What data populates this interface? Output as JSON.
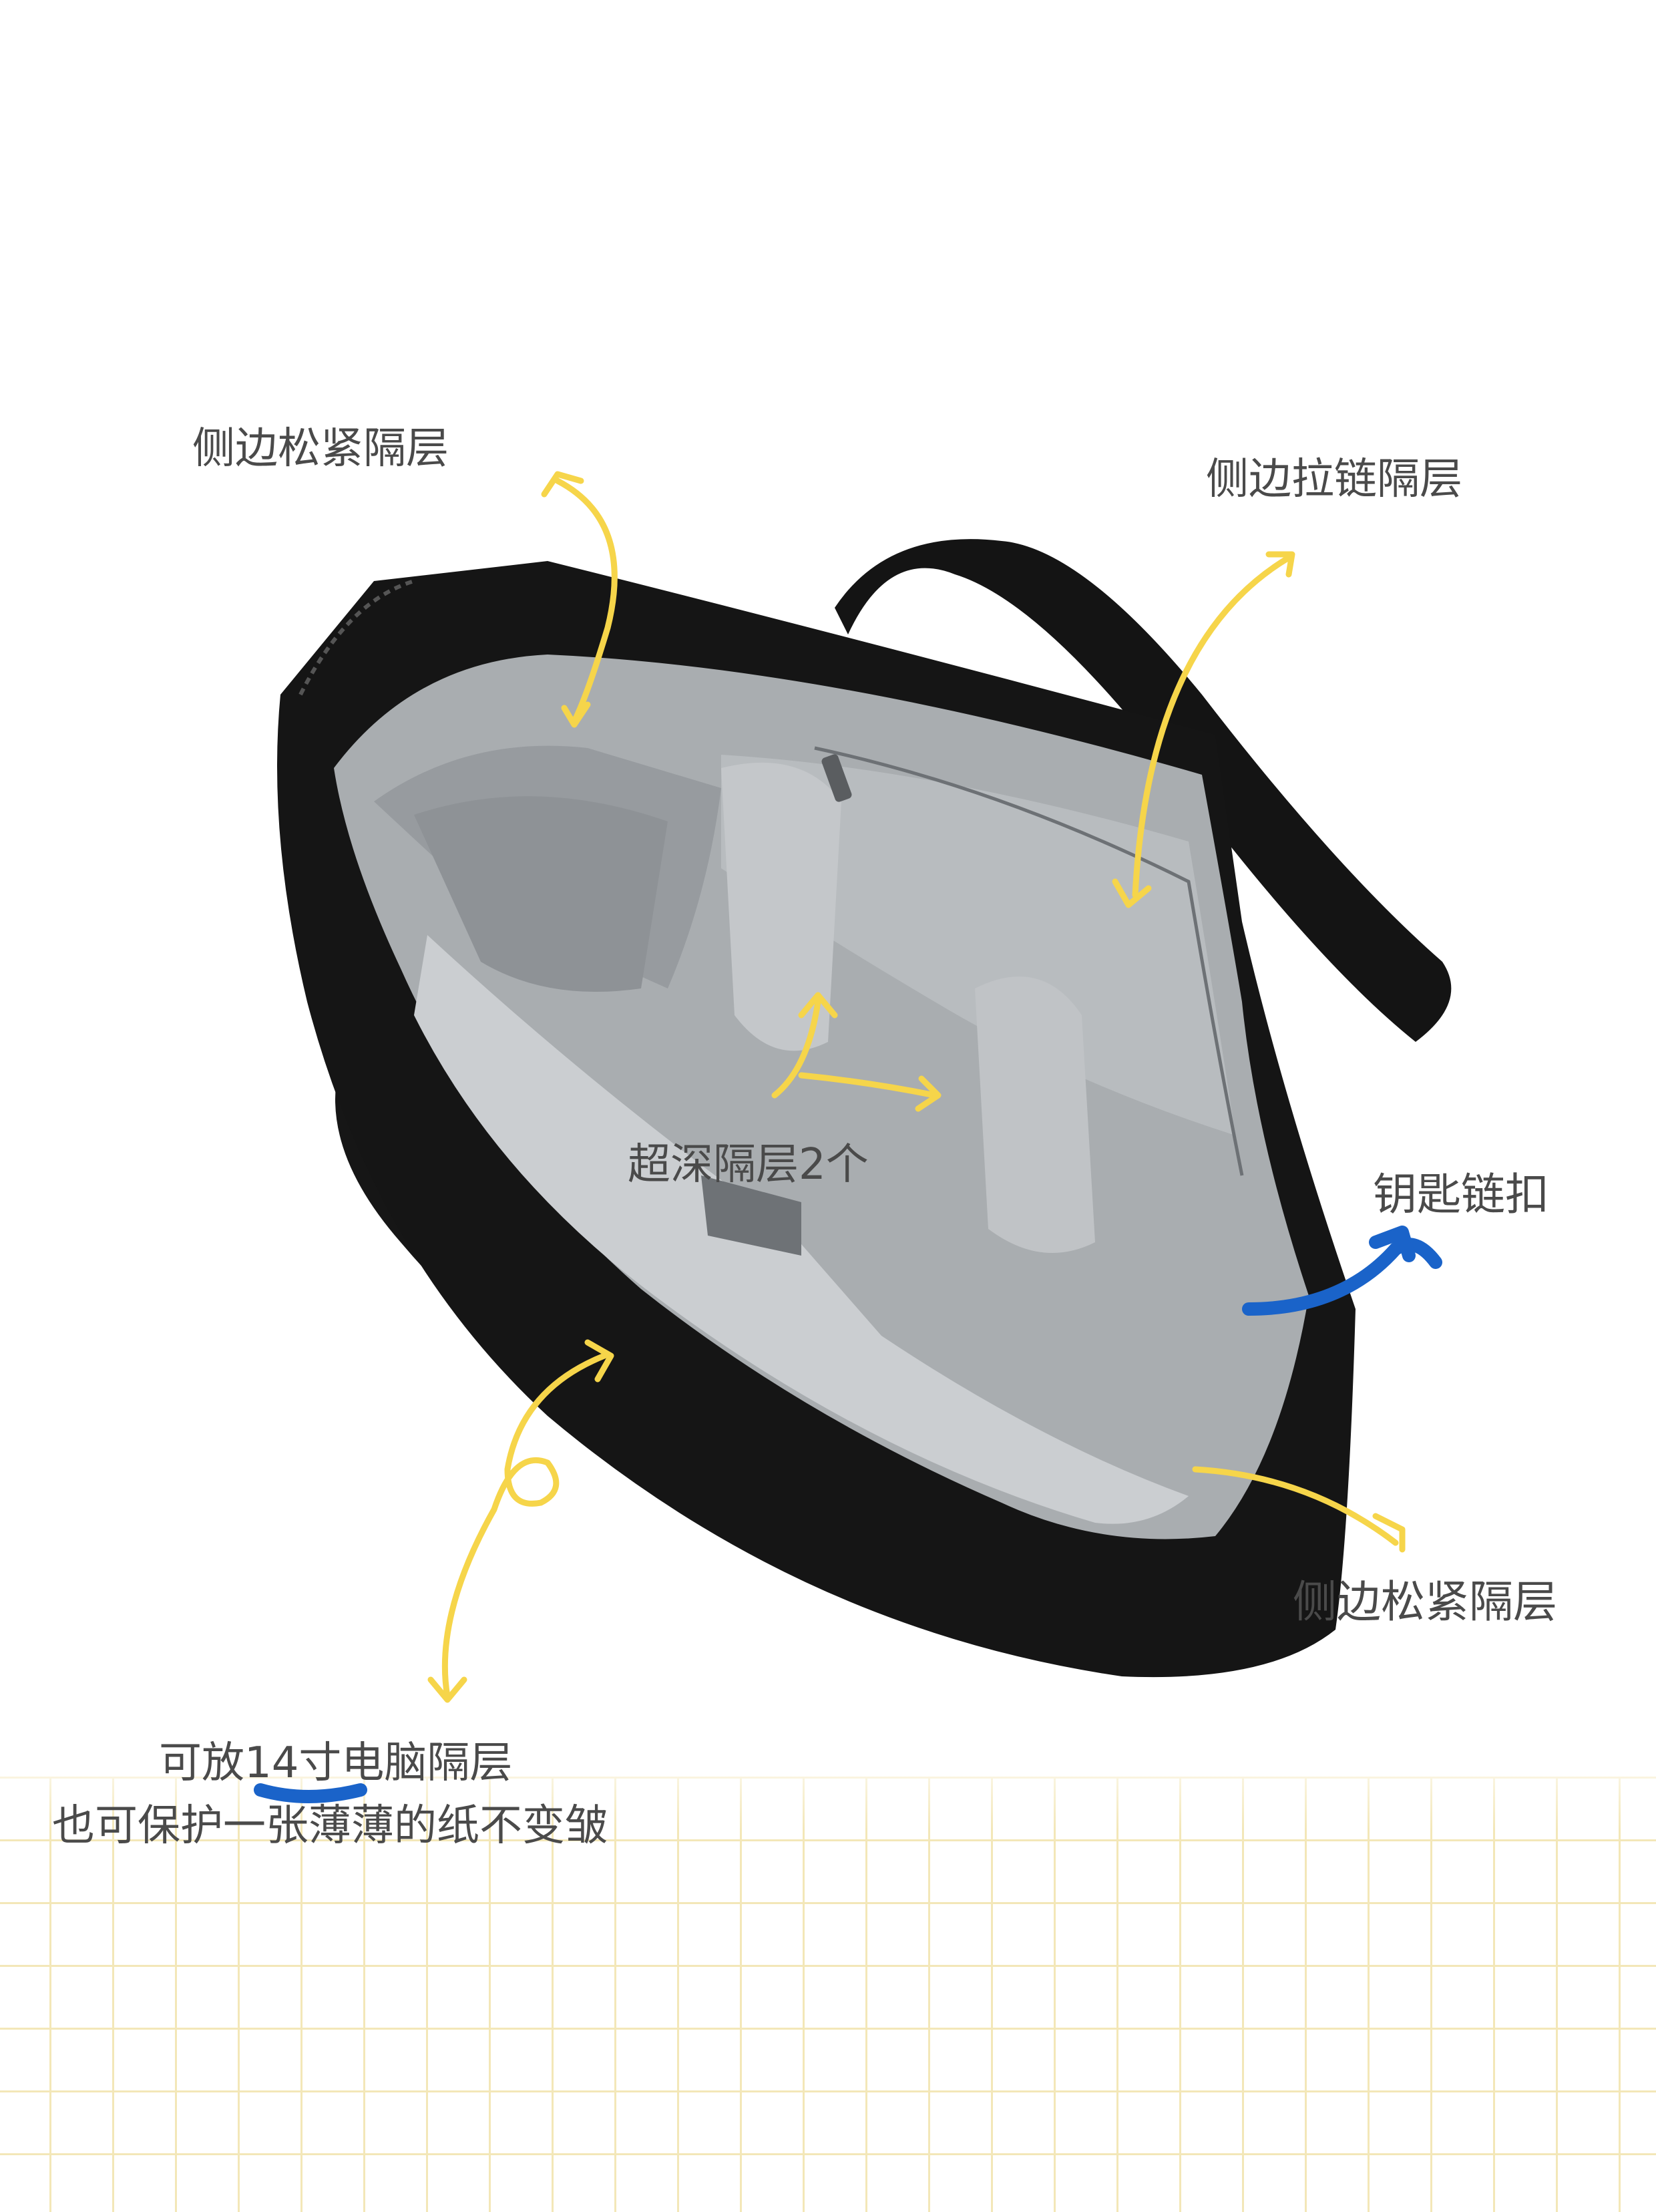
{
  "labels": {
    "top_left_pocket": "侧边松紧隔层",
    "top_right_zip": "侧边拉链隔层",
    "center_deep": "超深隔层2个",
    "key_clip": "钥匙链扣",
    "bottom_right_pocket": "侧边松紧隔层",
    "laptop_line1": "可放14寸电脑隔层",
    "laptop_line2": "也可保护一张薄薄的纸不变皱"
  },
  "colors": {
    "arrow_yellow": "#f6d54a",
    "highlight_blue": "#1a63c9",
    "bag_black": "#111111",
    "lining_gray": "#a9adb0",
    "grid_yellow": "#f3e7b8"
  },
  "icons": [
    "arrow-icon",
    "bag-photo"
  ]
}
